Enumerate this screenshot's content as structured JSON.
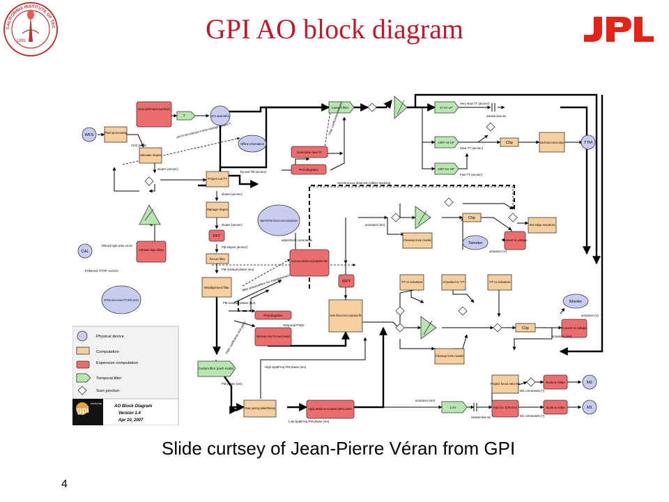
{
  "slide": {
    "title": "GPI AO block diagram",
    "caption": "Slide curtsey of Jean-Pierre Véran from GPI",
    "page_number": "4"
  },
  "logos": {
    "seal_text": "CALIFORNIA INSTITUTE OF TECHNOLOGY",
    "seal_year": "1891",
    "jpl_text": "JPL"
  },
  "colors": {
    "title_red": "#c0192b",
    "physical_device": "#c8cdf0",
    "computation": "#f6cfa0",
    "expensive_computation": "#ec6d6d",
    "temporal_filter": "#b8e6b0",
    "jpl_red": "#e2231a"
  },
  "diagram": {
    "nodes": {
      "wfs": "WFS",
      "pixel_processing": "Pixel processing",
      "ccd_pixels": "CCD pixels",
      "telescope_pupil": "Telescope pupil-WFS alignment (edge detection?)",
      "qmark": "?",
      "scc_deals": "SCC deals with it",
      "calc_slopes": "calculate slopes",
      "offline_info": "Offline information",
      "gains_note": "gains for each subap (goes to arcsec) wavelength dependent(??)",
      "slopes_arcsec": "slopes (arcsec)",
      "cal": "CAL",
      "filtered_high": "Filtered high-order errors",
      "filtered_ttf": "Filtered T/T/F errors",
      "calc_slope_offsets": "Calculate slope offsets",
      "wfs_pc_mirrors": "WFS P&C mirrors to remove T/T/F NCPE (via SCC)",
      "project_out_tt": "Project out TT",
      "tip_tilt": "Tip and Tilt (arcsec)",
      "slopes_arcsec2": "slopes (arcsec)",
      "manage_slopes": "Manage slopes",
      "slopes_arcsec3": "slopes (arcsec)",
      "fft": "FFT",
      "fm_slopes": "FM slopes (arcsec)",
      "recon_filter": "Recon filter",
      "fm_residual": "FM residual phase (nm)",
      "misalignment_filter": "Misalignment filter",
      "fm_residual2": "FM residual phase (nm)",
      "adjust_wfs": "Adjust WFS P&C mirrors to correct misregistration",
      "adjustment_commands": "adjustment commands",
      "sync_detection": "Synchronous detection unit (all algorithms TBD)",
      "filter_params_note": "filter parameters for misalignment",
      "custom_filter_top": "Custom filter",
      "determine_tf": "Determine new TF",
      "temporal_psd": "Temporal PSD",
      "periodograms_top": "Periodograms",
      "filter_coeff_note": "Filter coefficients and gain",
      "tt_lp": "1? Hz LP",
      "very_slow_tt": "Very slow TT (arcsec)",
      "downsample_blower": "downsample (blower rate)",
      "hz100_lp": "100? Hz LP",
      "slow_tt": "Slow TT (arcsec)",
      "clip_tt": "Clip",
      "scale_rotate_tt": "Scale & Rotate & Convert to voltages",
      "ttm": "TTM",
      "hz100_hp": "100? Hz HP",
      "fast_tt": "Fast TT (arcsec)",
      "sync_detection_label": "Synchronous detection (dither tracking)",
      "actuators_nm": "actuators (nm)",
      "clip_tweeter": "Clip",
      "set_edge": "Set edge actuators",
      "cleanup_invis_top": "Cleanup invis modes",
      "convert_voltage_tw": "Convert to voltage",
      "tweeter": "Tweeter",
      "actuators_v": "actuators (V)",
      "ifft": "IFFT",
      "tt_to_act_left": "T/T to actuators",
      "act_to_tt": "Actuators to T/T",
      "tt_to_act_right": "T/T to actuators",
      "woofer": "Woofer",
      "actuators_v2": "actuators (V)",
      "tweeter_influence": "Tweeter influence function compensation filter",
      "clip_woofer": "Clip",
      "convert_voltage_wo": "Convert to voltage",
      "actuators_nm2": "actuators (nm)",
      "cleanup_invis_bot": "Cleanup invis modes",
      "periodograms_bot": "Periodograms",
      "temporal_psds": "Temporal PSDs",
      "determine_tfs": "Determine new TFs (each mode)",
      "filter_coeff_note2": "Filter coefficients and gains",
      "custom_filter_bot": "Custom filter (each mode)",
      "fm_phase": "FM phase (nm)",
      "high_spatfreq": "High SpatFreq FM phase (nm)",
      "phase_parsing": "Phase parsing (spatial filtering)",
      "apply_mta": "Apply Modes-to-Actuators (MTA) matrix",
      "low_spatfreq": "Low SpatFreq FM phase (nm)",
      "actuators_nm3": "actuators (nm)",
      "hz1": "1 Hz",
      "downsample_blower2": "downsample (blower rate)",
      "project_focus": "Project focus onto M2",
      "m2_commands": "M2 commands (?)",
      "scale_rotate_m2": "Scale & rotate",
      "m2": "M2",
      "project_m1": "Project focus, Tip/Tilt onto M1",
      "m1_commands": "M1 commands (?)",
      "scale_rotate_m1": "Scale & rotate",
      "m1": "M1"
    },
    "legend": {
      "items": [
        "Physical device",
        "Computation",
        "Expensive computation",
        "Temporal filter",
        "Sum junction"
      ]
    },
    "title_box": {
      "logo": "gpi",
      "logo_sub": "Gemini Planet Imager",
      "heading": "AO Block Diagram",
      "version": "Version 1.4",
      "date": "Apr 10, 2007"
    }
  }
}
